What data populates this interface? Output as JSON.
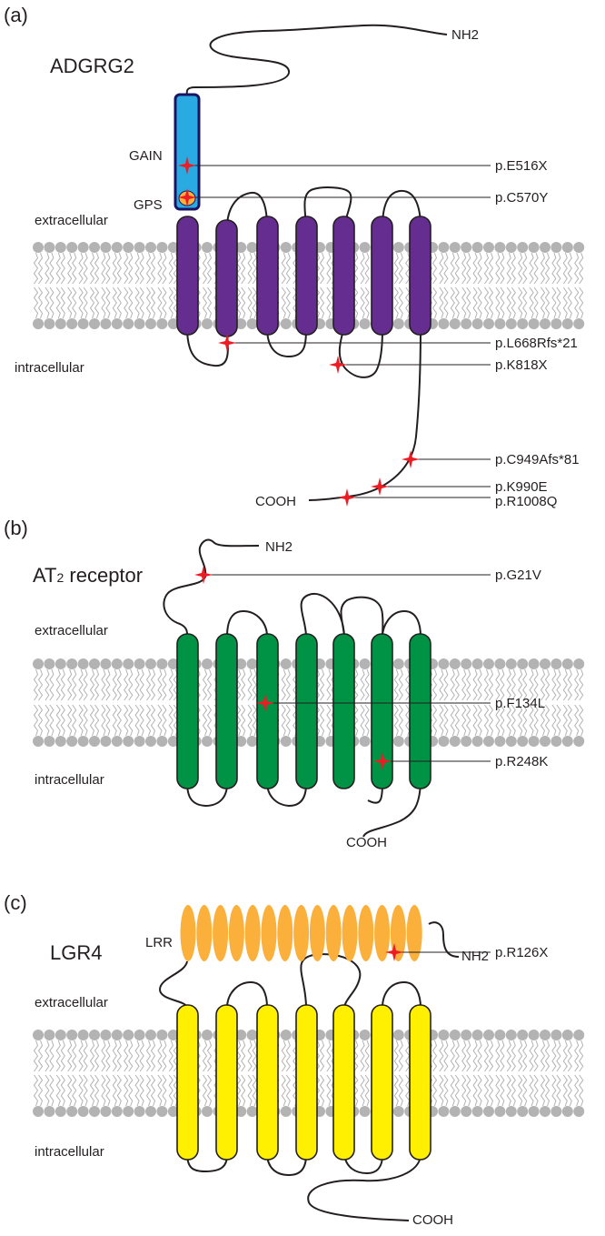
{
  "colors": {
    "adgrg2_helix": "#662d91",
    "gain_domain": "#29abe2",
    "at2_helix": "#009245",
    "lgr4_helix": "#ffef00",
    "lrr": "#fbb03b",
    "mutation_star": "#ed1c24",
    "membrane": "#b3b3b3"
  },
  "panels": [
    {
      "label": "(a)",
      "protein": "ADGRG2",
      "extracellular": "extracellular",
      "intracellular": "intracellular",
      "n_term": "NH2",
      "c_term": "COOH",
      "domains": [
        "GAIN",
        "GPS"
      ],
      "mutations": [
        "p.E516X",
        "p.C570Y",
        "p.L668Rfs*21",
        "p.K818X",
        "p.C949Afs*81",
        "p.K990E",
        "p.R1008Q"
      ]
    },
    {
      "label": "(b)",
      "protein_main": "AT",
      "protein_sub": "2",
      "protein_rest": " receptor",
      "extracellular": "extracellular",
      "intracellular": "intracellular",
      "n_term": "NH2",
      "c_term": "COOH",
      "mutations": [
        "p.G21V",
        "p.F134L",
        "p.R248K"
      ]
    },
    {
      "label": "(c)",
      "protein": "LGR4",
      "extracellular": "extracellular",
      "intracellular": "intracellular",
      "n_term": "NH2",
      "c_term": "COOH",
      "domains": [
        "LRR"
      ],
      "mutations": [
        "p.R126X"
      ]
    }
  ]
}
